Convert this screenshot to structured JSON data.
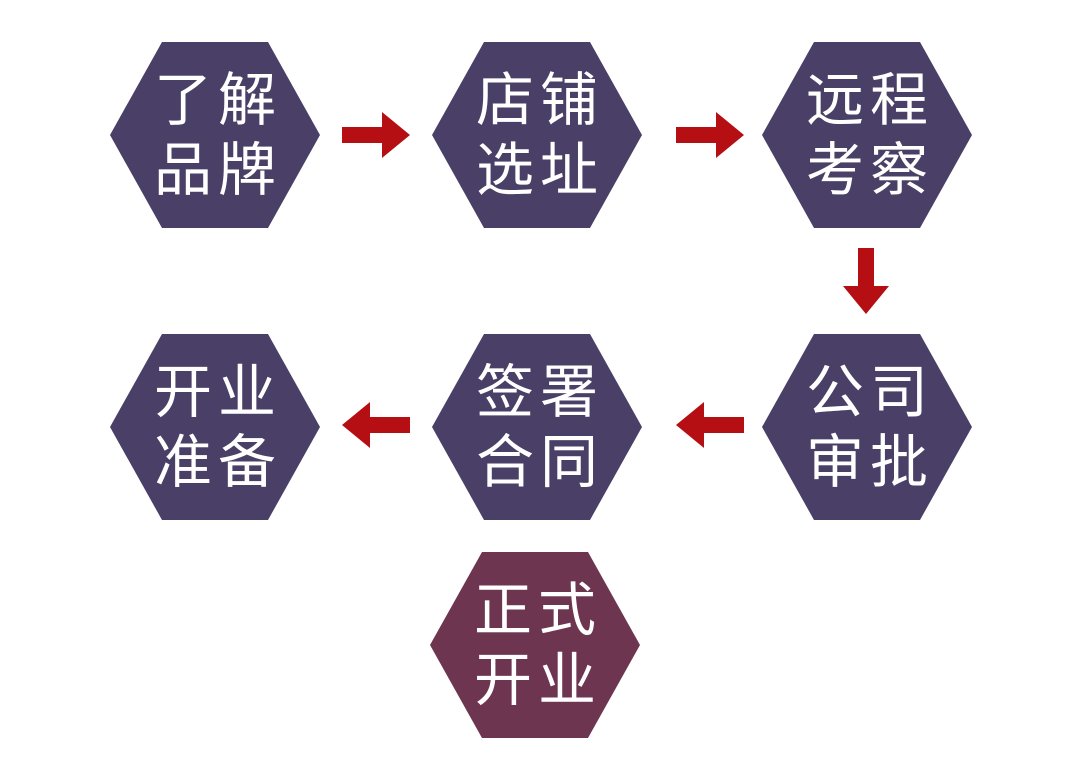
{
  "colors": {
    "step_fill": "#4a3f66",
    "final_fill": "#6e3550",
    "arrow": "#b50f14",
    "text": "#ffffff"
  },
  "steps": [
    {
      "line1": "了解",
      "line2": "品牌"
    },
    {
      "line1": "店铺",
      "line2": "选址"
    },
    {
      "line1": "远程",
      "line2": "考察"
    },
    {
      "line1": "公司",
      "line2": "审批"
    },
    {
      "line1": "签署",
      "line2": "合同"
    },
    {
      "line1": "开业",
      "line2": "准备"
    },
    {
      "line1": "正式",
      "line2": "开业"
    }
  ],
  "arrows": [
    {
      "from": 0,
      "to": 1,
      "direction": "right"
    },
    {
      "from": 1,
      "to": 2,
      "direction": "right"
    },
    {
      "from": 2,
      "to": 3,
      "direction": "down"
    },
    {
      "from": 3,
      "to": 4,
      "direction": "left"
    },
    {
      "from": 4,
      "to": 5,
      "direction": "left"
    }
  ]
}
